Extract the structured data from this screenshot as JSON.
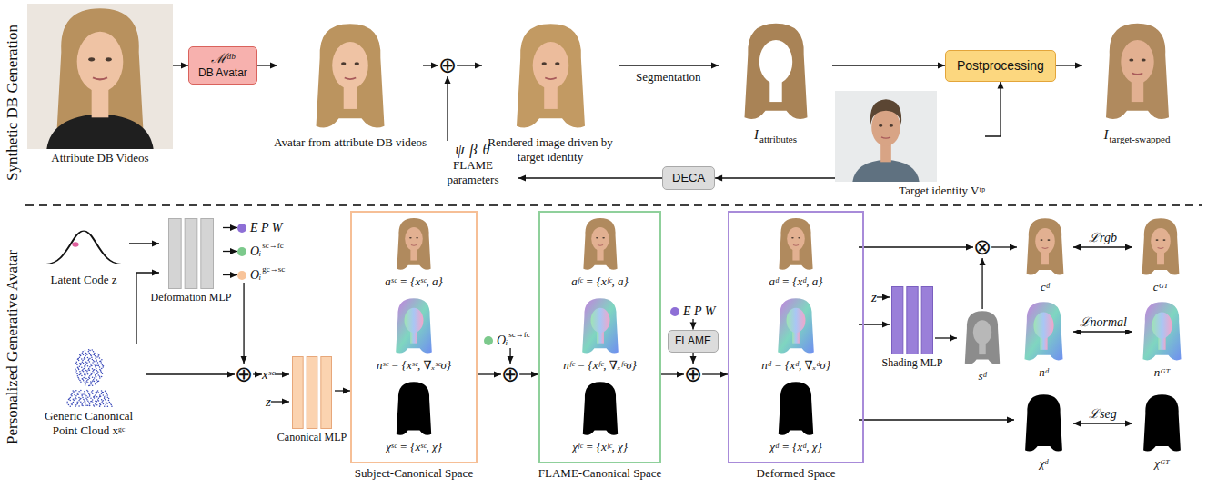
{
  "diagram": {
    "nodes": [
      {
        "text": [
          "Attribute DB Videos"
        ]
      },
      {
        "text": [
          "ℳᵈᵇ",
          "DB Avatar"
        ]
      },
      {
        "text": [
          "Avatar from attribute DB videos"
        ]
      },
      {
        "text": [
          "⊕"
        ]
      },
      {
        "text": [
          "Rendered image driven by target identity"
        ]
      },
      {
        "text": [
          "I",
          "attributes"
        ]
      },
      {
        "text": [
          "Postprocessing"
        ]
      },
      {
        "text": [
          "I",
          "target-swapped"
        ]
      },
      {
        "text": [
          "Target identity Vᵗᵖ"
        ]
      },
      {
        "text": [
          "DECA"
        ]
      },
      {
        "text": [
          "ψ β θ",
          "FLAME parameters"
        ]
      },
      {
        "text": [
          "Latent Code z"
        ]
      },
      {
        "text": [
          "Generic Canonical Point Cloud xᵍᶜ"
        ]
      },
      {
        "text": [
          "Deformation MLP"
        ]
      },
      {
        "text": [
          "E P W"
        ]
      },
      {
        "text": [
          "Oᵢ",
          "sc→fc"
        ]
      },
      {
        "text": [
          "Oᵢ",
          "gc→sc"
        ]
      },
      {
        "text": [
          "⊕"
        ]
      },
      {
        "text": [
          "xˢᶜ"
        ]
      },
      {
        "text": [
          "z"
        ]
      },
      {
        "text": [
          "Canonical MLP"
        ]
      },
      {
        "text": [
          "Subject-Canonical Space"
        ]
      },
      {
        "text": [
          "aˢᶜ = {xˢᶜ, a}"
        ],
        "in": 21
      },
      {
        "text": [
          "nˢᶜ = {xˢᶜ, ∇ₓˢᶜσ}"
        ],
        "in": 21
      },
      {
        "text": [
          "χˢᶜ = {xˢᶜ, χ}"
        ],
        "in": 21
      },
      {
        "text": [
          "⊕"
        ]
      },
      {
        "text": [
          "Oᵢ",
          "sc→fc"
        ]
      },
      {
        "text": [
          "FLAME-Canonical Space"
        ]
      },
      {
        "text": [
          "aᶠᶜ = {xᶠᶜ, a}"
        ],
        "in": 27
      },
      {
        "text": [
          "nᶠᶜ = {xᶠᶜ, ∇ₓᶠᶜσ}"
        ],
        "in": 27
      },
      {
        "text": [
          "χᶠᶜ = {xᶠᶜ, χ}"
        ],
        "in": 27
      },
      {
        "text": [
          "E P W"
        ]
      },
      {
        "text": [
          "FLAME"
        ]
      },
      {
        "text": [
          "⊕"
        ]
      },
      {
        "text": [
          "Deformed Space"
        ]
      },
      {
        "text": [
          "aᵈ = {xᵈ, a}"
        ],
        "in": 34
      },
      {
        "text": [
          "nᵈ = {xᵈ, ∇ₓᵈσ}"
        ],
        "in": 34
      },
      {
        "text": [
          "χᵈ = {xᵈ, χ}"
        ],
        "in": 34
      },
      {
        "text": [
          "z"
        ]
      },
      {
        "text": [
          "Shading MLP"
        ]
      },
      {
        "text": [
          "sᵈ"
        ]
      },
      {
        "text": [
          "⊗"
        ]
      },
      {
        "text": [
          "cᵈ"
        ]
      },
      {
        "text": [
          "cᴳᵀ"
        ]
      },
      {
        "text": [
          "nᵈ"
        ]
      },
      {
        "text": [
          "nᴳᵀ"
        ]
      },
      {
        "text": [
          "χᵈ"
        ]
      },
      {
        "text": [
          "χᴳᵀ"
        ]
      }
    ],
    "edges": [
      {
        "from": 0,
        "to": 1,
        "arrow": "to"
      },
      {
        "from": 1,
        "to": 2,
        "arrow": "to"
      },
      {
        "from": 2,
        "to": 3,
        "arrow": "to"
      },
      {
        "from": 3,
        "to": 4,
        "arrow": "to"
      },
      {
        "from": 4,
        "to": 5,
        "arrow": "to",
        "label": "Segmentation"
      },
      {
        "from": 5,
        "to": 6,
        "arrow": "to"
      },
      {
        "from": 6,
        "to": 7,
        "arrow": "to"
      },
      {
        "from": 8,
        "to": 6,
        "arrow": "to"
      },
      {
        "from": 8,
        "to": 9,
        "arrow": "to"
      },
      {
        "from": 9,
        "to": 10,
        "arrow": "to"
      },
      {
        "from": 10,
        "to": 3,
        "arrow": "to"
      },
      {
        "from": 11,
        "to": 13,
        "arrow": "to"
      },
      {
        "from": 12,
        "to": 13,
        "arrow": "to"
      },
      {
        "from": 13,
        "to": 14,
        "arrow": "to"
      },
      {
        "from": 13,
        "to": 15,
        "arrow": "to"
      },
      {
        "from": 13,
        "to": 16,
        "arrow": "to"
      },
      {
        "from": 16,
        "to": 17,
        "arrow": "to"
      },
      {
        "from": 12,
        "to": 17,
        "arrow": "to"
      },
      {
        "from": 17,
        "to": 18,
        "arrow": "to"
      },
      {
        "from": 18,
        "to": 20,
        "arrow": "to"
      },
      {
        "from": 19,
        "to": 20,
        "arrow": "to"
      },
      {
        "from": 20,
        "to": 21,
        "arrow": "to"
      },
      {
        "from": 21,
        "to": 25,
        "arrow": "to"
      },
      {
        "from": 26,
        "to": 25,
        "arrow": "to"
      },
      {
        "from": 25,
        "to": 27,
        "arrow": "to"
      },
      {
        "from": 31,
        "to": 32,
        "arrow": "to"
      },
      {
        "from": 32,
        "to": 33,
        "arrow": "to"
      },
      {
        "from": 27,
        "to": 33,
        "arrow": "to"
      },
      {
        "from": 33,
        "to": 34,
        "arrow": "to"
      },
      {
        "from": 35,
        "to": 41,
        "arrow": "to"
      },
      {
        "from": 36,
        "to": 39,
        "arrow": "to"
      },
      {
        "from": 37,
        "to": 46,
        "arrow": "to"
      },
      {
        "from": 38,
        "to": 39,
        "arrow": "to"
      },
      {
        "from": 39,
        "to": 40,
        "arrow": "to"
      },
      {
        "from": 40,
        "to": 41,
        "arrow": "to"
      },
      {
        "from": 41,
        "to": 42,
        "arrow": "to"
      },
      {
        "from": 42,
        "to": 43,
        "arrow": "both",
        "label": "ℒrgb"
      },
      {
        "from": 44,
        "to": 45,
        "arrow": "both",
        "label": "ℒnormal"
      },
      {
        "from": 46,
        "to": 47,
        "arrow": "both",
        "label": "ℒseg"
      }
    ],
    "labels": [
      "Synthetic DB Generation",
      "Personalized Generative Avatar"
    ]
  }
}
